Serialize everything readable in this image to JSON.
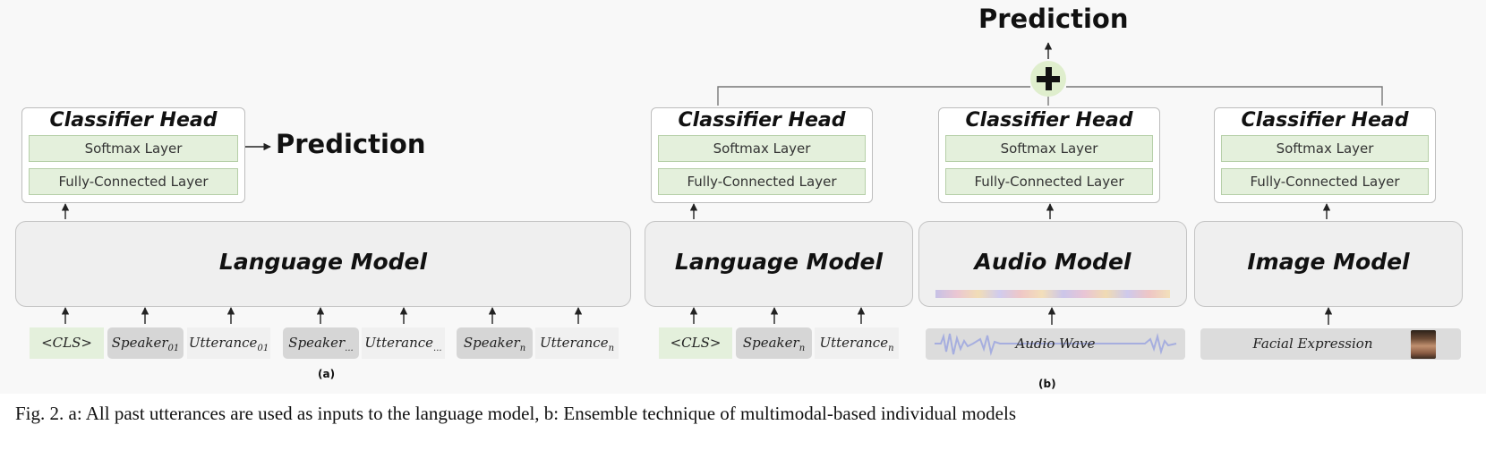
{
  "panel_a": {
    "prediction": "Prediction",
    "label": "(a)",
    "classifier_head": {
      "title": "Classifier Head",
      "softmax": "Softmax Layer",
      "fc": "Fully-Connected Layer"
    },
    "model": "Language Model",
    "tokens": [
      {
        "base": "<CLS>",
        "sub": "",
        "style": "cls"
      },
      {
        "base": "Speaker",
        "sub": "01",
        "style": "spk"
      },
      {
        "base": "Utterance",
        "sub": "01",
        "style": "utt"
      },
      {
        "base": "Speaker",
        "sub": "...",
        "style": "spk"
      },
      {
        "base": "Utterance",
        "sub": "...",
        "style": "utt"
      },
      {
        "base": "Speaker",
        "sub": "n",
        "style": "spk"
      },
      {
        "base": "Utterance",
        "sub": "n",
        "style": "utt"
      }
    ]
  },
  "panel_b": {
    "prediction": "Prediction",
    "label": "(b)",
    "language": {
      "classifier_head": {
        "title": "Classifier Head",
        "softmax": "Softmax Layer",
        "fc": "Fully-Connected Layer"
      },
      "model": "Language Model",
      "tokens": [
        {
          "base": "<CLS>",
          "sub": "",
          "style": "cls"
        },
        {
          "base": "Speaker",
          "sub": "n",
          "style": "spk"
        },
        {
          "base": "Utterance",
          "sub": "n",
          "style": "utt"
        }
      ]
    },
    "audio": {
      "classifier_head": {
        "title": "Classifier Head",
        "softmax": "Softmax Layer",
        "fc": "Fully-Connected Layer"
      },
      "model": "Audio Model",
      "input": "Audio Wave"
    },
    "image": {
      "classifier_head": {
        "title": "Classifier Head",
        "softmax": "Softmax Layer",
        "fc": "Fully-Connected Layer"
      },
      "model": "Image Model",
      "input": "Facial Expression"
    }
  },
  "caption": "Fig. 2.  a: All past utterances are used as inputs to the language model, b: Ensemble technique of multimodal-based individual models",
  "colors": {
    "layer_fill": "#e4f0dc",
    "model_fill": "#efefef",
    "speaker_fill": "#d6d6d6",
    "plus_fill": "#dfeecd"
  }
}
